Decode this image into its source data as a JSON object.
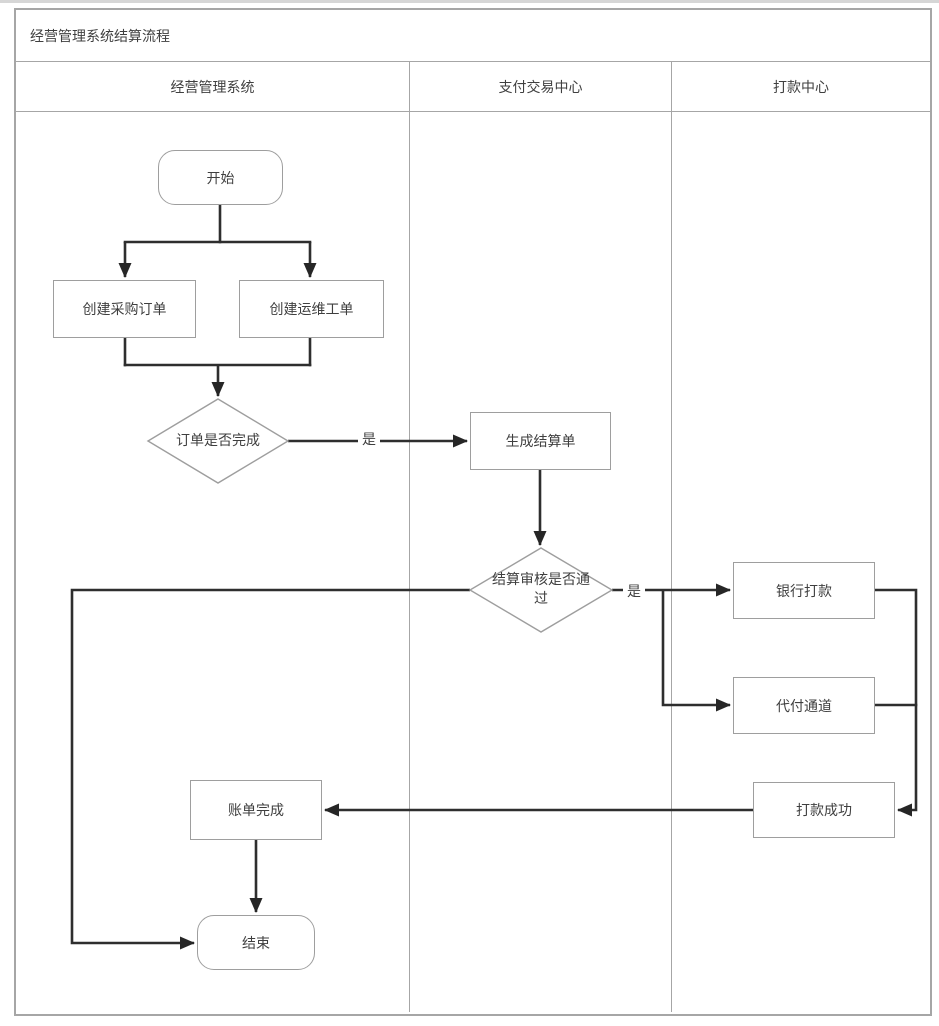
{
  "diagram": {
    "title": "经营管理系统结算流程",
    "lanes": [
      {
        "label": "经营管理系统"
      },
      {
        "label": "支付交易中心"
      },
      {
        "label": "打款中心"
      }
    ],
    "nodes": {
      "start": {
        "label": "开始",
        "type": "terminator",
        "lane": "经营管理系统"
      },
      "create_purchase": {
        "label": "创建采购订单",
        "type": "process",
        "lane": "经营管理系统"
      },
      "create_ops": {
        "label": "创建运维工单",
        "type": "process",
        "lane": "经营管理系统"
      },
      "order_done": {
        "label": "订单是否完成",
        "type": "decision",
        "lane": "经营管理系统"
      },
      "gen_settlement": {
        "label": "生成结算单",
        "type": "process",
        "lane": "支付交易中心"
      },
      "review_pass": {
        "label": "结算审核是否通过",
        "type": "decision",
        "lane": "支付交易中心"
      },
      "bank_pay": {
        "label": "银行打款",
        "type": "process",
        "lane": "打款中心"
      },
      "proxy_channel": {
        "label": "代付通道",
        "type": "process",
        "lane": "打款中心"
      },
      "pay_success": {
        "label": "打款成功",
        "type": "process",
        "lane": "打款中心"
      },
      "bill_done": {
        "label": "账单完成",
        "type": "process",
        "lane": "经营管理系统"
      },
      "end": {
        "label": "结束",
        "type": "terminator",
        "lane": "经营管理系统"
      }
    },
    "edge_labels": {
      "order_done_yes": "是",
      "review_pass_yes": "是"
    },
    "edges": [
      {
        "from": "start",
        "to": "create_purchase",
        "label": ""
      },
      {
        "from": "start",
        "to": "create_ops",
        "label": ""
      },
      {
        "from": "create_purchase",
        "to": "order_done",
        "label": ""
      },
      {
        "from": "create_ops",
        "to": "order_done",
        "label": ""
      },
      {
        "from": "order_done",
        "to": "gen_settlement",
        "label": "是"
      },
      {
        "from": "gen_settlement",
        "to": "review_pass",
        "label": ""
      },
      {
        "from": "review_pass",
        "to": "bank_pay",
        "label": "是"
      },
      {
        "from": "review_pass",
        "to": "proxy_channel",
        "label": "是"
      },
      {
        "from": "review_pass",
        "to": "end",
        "label": ""
      },
      {
        "from": "bank_pay",
        "to": "pay_success",
        "label": ""
      },
      {
        "from": "proxy_channel",
        "to": "pay_success",
        "label": ""
      },
      {
        "from": "pay_success",
        "to": "bill_done",
        "label": ""
      },
      {
        "from": "bill_done",
        "to": "end",
        "label": ""
      }
    ]
  },
  "colors": {
    "connector": "#2e2e2e",
    "node_border": "#9e9e9e",
    "grid_border": "#a6a6a6",
    "text": "#3f3f3f",
    "background": "#ffffff"
  }
}
